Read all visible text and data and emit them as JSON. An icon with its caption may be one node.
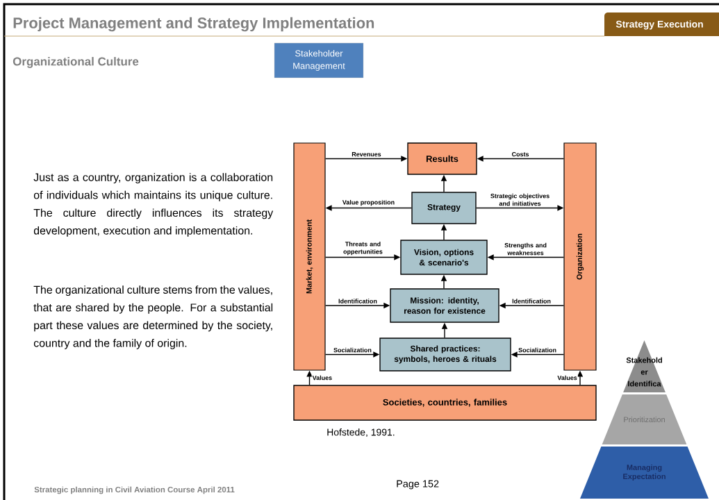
{
  "diagram": {
    "title": "Project Management and Strategy Implementation",
    "caption": "Hofstede, 1991.",
    "nodes": [
      {
        "text": [
          "Market, environment"
        ]
      },
      {
        "text": [
          "Organization"
        ]
      },
      {
        "text": [
          "Results"
        ]
      },
      {
        "text": [
          "Strategy"
        ]
      },
      {
        "text": [
          "Vision, options & scenario's"
        ]
      },
      {
        "text": [
          "Mission: identity, reason for existence"
        ]
      },
      {
        "text": [
          "Shared practices: symbols, heroes & rituals"
        ]
      },
      {
        "text": [
          "Societies, countries, families"
        ]
      },
      {
        "text": [
          "Strategy Execution"
        ]
      },
      {
        "text": [
          "Stakeholder Management"
        ]
      },
      {
        "text": [
          "Stakehold er Identifica"
        ]
      },
      {
        "text": [
          "Prioritization"
        ]
      },
      {
        "text": [
          "Managing Expectation"
        ]
      }
    ],
    "edges": [
      {
        "from": 0,
        "to": 2,
        "arrow": "to",
        "label": "Revenues"
      },
      {
        "from": 1,
        "to": 2,
        "arrow": "to",
        "label": "Costs"
      },
      {
        "from": 3,
        "to": 0,
        "arrow": "to",
        "label": "Value proposition"
      },
      {
        "from": 3,
        "to": 1,
        "arrow": "to",
        "label": "Strategic objectives and initiatives"
      },
      {
        "from": 0,
        "to": 4,
        "arrow": "to",
        "label": "Threats and oppertunities"
      },
      {
        "from": 1,
        "to": 4,
        "arrow": "to",
        "label": "Strengths and weaknesses"
      },
      {
        "from": 0,
        "to": 5,
        "arrow": "to",
        "label": "Identification"
      },
      {
        "from": 1,
        "to": 5,
        "arrow": "to",
        "label": "Identification"
      },
      {
        "from": 0,
        "to": 6,
        "arrow": "to",
        "label": "Socialization"
      },
      {
        "from": 1,
        "to": 6,
        "arrow": "to",
        "label": "Socialization"
      },
      {
        "from": 7,
        "to": 0,
        "arrow": "to",
        "label": "Values"
      },
      {
        "from": 7,
        "to": 1,
        "arrow": "to",
        "label": "Values"
      },
      {
        "from": 6,
        "to": 5,
        "arrow": "to"
      },
      {
        "from": 5,
        "to": 4,
        "arrow": "to"
      },
      {
        "from": 4,
        "to": 3,
        "arrow": "to"
      },
      {
        "from": 3,
        "to": 2,
        "arrow": "to"
      }
    ],
    "labels": [
      "Organizational Culture",
      "Just as a country, organization is a collaboration of individuals which maintains its unique culture. The culture directly influences its strategy development, execution and implementation.",
      "The organizational culture stems from the values, that are shared by the people. For a substantial part these values are determined by the society, country and the  family of origin.",
      "Strategic planning in Civil Aviation Course April 2011",
      "Page 152"
    ]
  }
}
